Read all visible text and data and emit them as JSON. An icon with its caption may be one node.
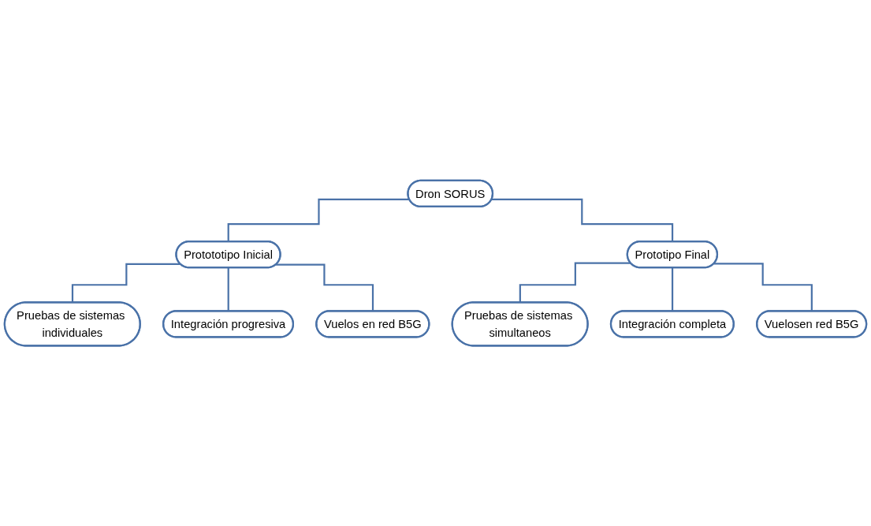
{
  "diagram": {
    "nodes": [
      {
        "text": [
          "Dron SORUS"
        ]
      },
      {
        "text": [
          "Protototipo Inicial"
        ]
      },
      {
        "text": [
          "Prototipo Final"
        ]
      },
      {
        "text": [
          "Pruebas de sistemas individuales"
        ]
      },
      {
        "text": [
          "Integración progresiva"
        ]
      },
      {
        "text": [
          "Vuelos en red B5G"
        ]
      },
      {
        "text": [
          "Pruebas de sistemas simultaneos"
        ]
      },
      {
        "text": [
          "Integración completa"
        ]
      },
      {
        "text": [
          "Vuelosen red B5G"
        ]
      }
    ],
    "edges": [
      {
        "from": 0,
        "to": 1,
        "arrow": "none"
      },
      {
        "from": 0,
        "to": 2,
        "arrow": "none"
      },
      {
        "from": 1,
        "to": 3,
        "arrow": "none"
      },
      {
        "from": 1,
        "to": 4,
        "arrow": "none"
      },
      {
        "from": 1,
        "to": 5,
        "arrow": "none"
      },
      {
        "from": 2,
        "to": 6,
        "arrow": "none"
      },
      {
        "from": 2,
        "to": 7,
        "arrow": "none"
      },
      {
        "from": 2,
        "to": 8,
        "arrow": "none"
      }
    ]
  }
}
